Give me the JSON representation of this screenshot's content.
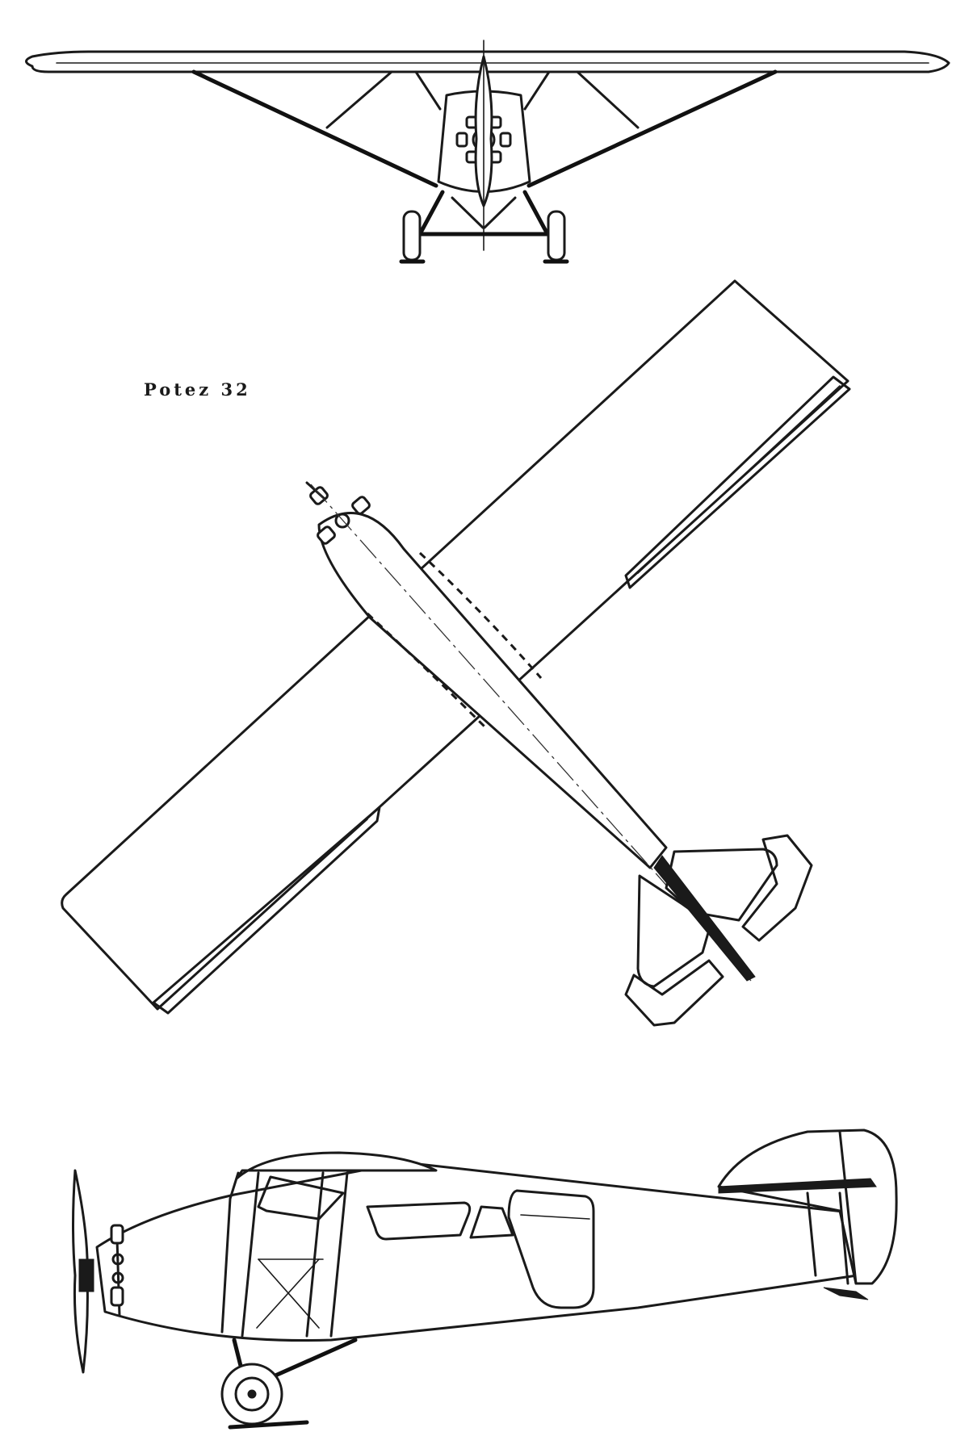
{
  "drawing": {
    "title": "Potez 32",
    "views": [
      "front-view",
      "plan-view",
      "side-view"
    ]
  },
  "colors": {
    "ink": "#1a1a1a",
    "paper": "#ffffff"
  }
}
